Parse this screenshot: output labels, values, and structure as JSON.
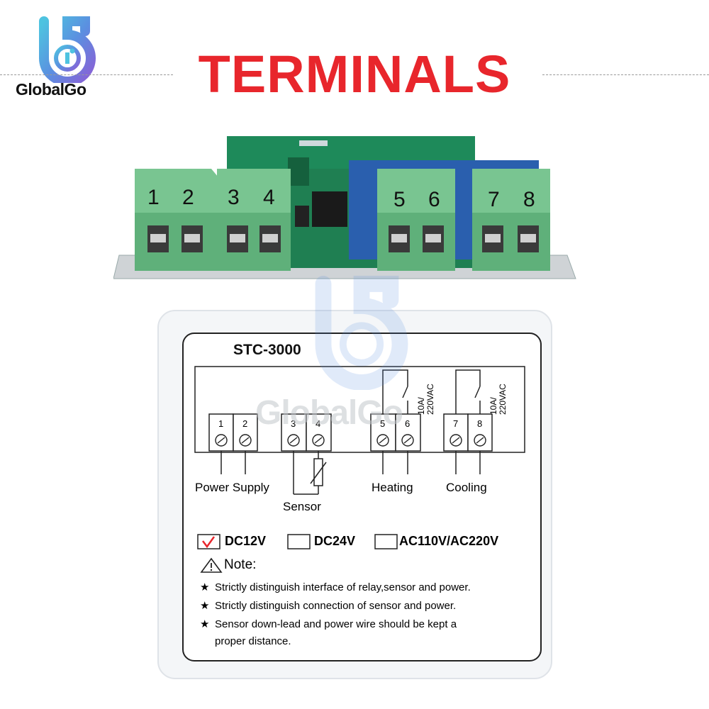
{
  "brand": {
    "name": "GlobalGo",
    "logo_icon": "globalgo-logo-icon"
  },
  "title": "TERMINALS",
  "board": {
    "terminal_labels": [
      "1",
      "2",
      "3",
      "4",
      "5",
      "6",
      "7",
      "8"
    ]
  },
  "diagram": {
    "model": "STC-3000",
    "terminals": [
      "1",
      "2",
      "3",
      "4",
      "5",
      "6",
      "7",
      "8"
    ],
    "relay_rating_line1": "10A/",
    "relay_rating_line2": "220VAC",
    "labels": {
      "power_supply": "Power Supply",
      "sensor": "Sensor",
      "heating": "Heating",
      "cooling": "Cooling"
    },
    "voltage_options": [
      {
        "label": "DC12V",
        "checked": true
      },
      {
        "label": "DC24V",
        "checked": false
      },
      {
        "label": "AC110V/AC220V",
        "checked": false
      }
    ],
    "note_title": "Note:",
    "notes": [
      "Strictly distinguish interface of relay,sensor and power.",
      "Strictly distinguish connection of sensor and power.",
      "Sensor down-lead and power wire should be kept a",
      "proper distance."
    ]
  },
  "watermark": "GlobalGo",
  "colors": {
    "title": "#e8262c",
    "terminal_green": "#6fbf8a",
    "relay_blue": "#2a5fae",
    "check": "#e8262c"
  }
}
